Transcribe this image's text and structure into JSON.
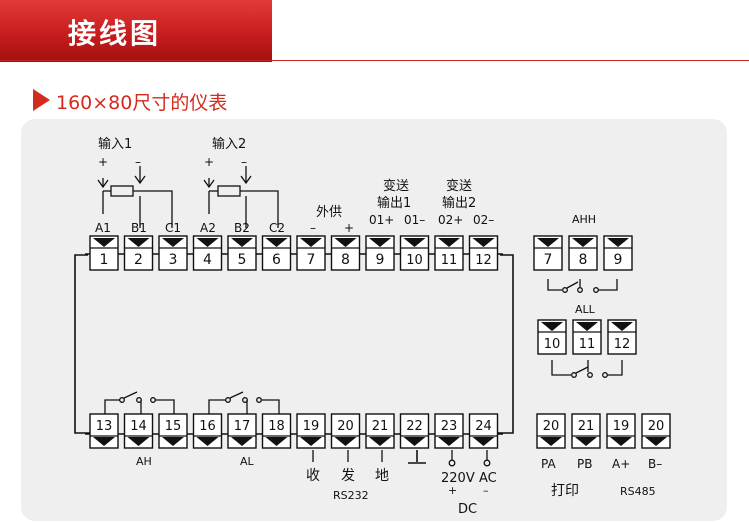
{
  "header": {
    "title": "接线图"
  },
  "section": {
    "title": "160×80尺寸的仪表"
  },
  "inputs": [
    {
      "label": "输入1",
      "plus": "+",
      "minus": "–"
    },
    {
      "label": "输入2",
      "plus": "+",
      "minus": "–"
    }
  ],
  "top_labels": {
    "aux_supply": "外供",
    "aux_minus": "–",
    "aux_plus": "+",
    "out1_line1": "变送",
    "out1_line2": "输出1",
    "out2_line1": "变送",
    "out2_line2": "输出2",
    "o1p": "01+",
    "o1m": "01–",
    "o2p": "02+",
    "o2m": "02–"
  },
  "pin_letters": [
    "A1",
    "B1",
    "C1",
    "A2",
    "B2",
    "C2"
  ],
  "top_row": [
    "1",
    "2",
    "3",
    "4",
    "5",
    "6",
    "7",
    "8",
    "9",
    "10",
    "11",
    "12"
  ],
  "bottom_row": [
    "13",
    "14",
    "15",
    "16",
    "17",
    "18",
    "19",
    "20",
    "21",
    "22",
    "23",
    "24"
  ],
  "bottom_labels": {
    "ah": "AH",
    "al": "AL",
    "rx": "收",
    "tx": "发",
    "gnd": "地",
    "rs232": "RS232",
    "v220": "220V",
    "ac": "AC",
    "plus": "+",
    "minus": "–",
    "dc": "DC"
  },
  "alarm_hh": {
    "label": "AHH",
    "terminals": [
      "7",
      "8",
      "9"
    ]
  },
  "alarm_ll": {
    "label": "ALL",
    "terminals": [
      "10",
      "11",
      "12"
    ]
  },
  "printer": {
    "terminals": [
      "20",
      "21"
    ],
    "labels": [
      "PA",
      "PB"
    ],
    "caption": "打印"
  },
  "rs485": {
    "terminals": [
      "19",
      "20"
    ],
    "labels": [
      "A+",
      "B–"
    ],
    "caption": "RS485"
  }
}
